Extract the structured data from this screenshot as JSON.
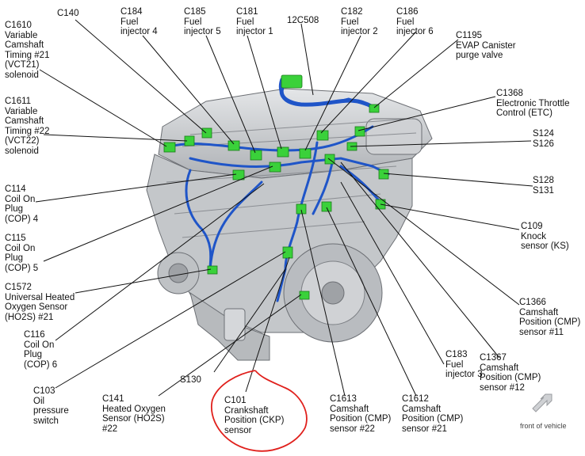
{
  "labels": {
    "c1610": "C1610\nVariable\nCamshaft\nTiming #21\n(VCT21)\nsolenoid",
    "c140": "C140",
    "c184": "C184\nFuel\ninjector 4",
    "c185": "C185\nFuel\ninjector 5",
    "c181": "C181\nFuel\ninjector 1",
    "c12c508": "12C508",
    "c182": "C182\nFuel\ninjector 2",
    "c186": "C186\nFuel\ninjector 6",
    "c1195": "C1195\nEVAP Canister\npurge valve",
    "c1611": "C1611\nVariable\nCamshaft\nTiming #22\n(VCT22)\nsolenoid",
    "c1368": "C1368\nElectronic Throttle\nControl (ETC)",
    "s124": "S124\nS126",
    "c114": "C114\nCoil On\nPlug\n(COP) 4",
    "s128": "S128\nS131",
    "c115": "C115\nCoil On\nPlug\n(COP) 5",
    "c109": "C109\nKnock\nsensor (KS)",
    "c1572": "C1572\nUniversal Heated\nOxygen Sensor\n(HO2S) #21",
    "c1366": "C1366\nCamshaft\nPosition (CMP)\nsensor #11",
    "c116": "C116\nCoil On\nPlug\n(COP) 6",
    "c1367": "C1367\nCamshaft\nPosition (CMP)\nsensor #12",
    "c183": "C183\nFuel\ninjector 3",
    "s130": "S130",
    "c103": "C103\nOil\npressure\nswitch",
    "c141": "C141\nHeated Oxygen\nSensor (HO2S)\n#22",
    "c101": "C101\nCrankshaft\nPosition (CKP)\nsensor",
    "c1613": "C1613\nCamshaft\nPosition (CMP)\nsensor #22",
    "c1612": "C1612\nCamshaft\nPosition (CMP)\nsensor #21",
    "front": "front of vehicle"
  },
  "colors": {
    "connector": "#3ad13a",
    "harness": "#1f55c8",
    "highlight_circle": "#e0201c",
    "leader": "#111111",
    "engine_fill": "#c9cbce",
    "engine_stroke": "#6d7075"
  }
}
